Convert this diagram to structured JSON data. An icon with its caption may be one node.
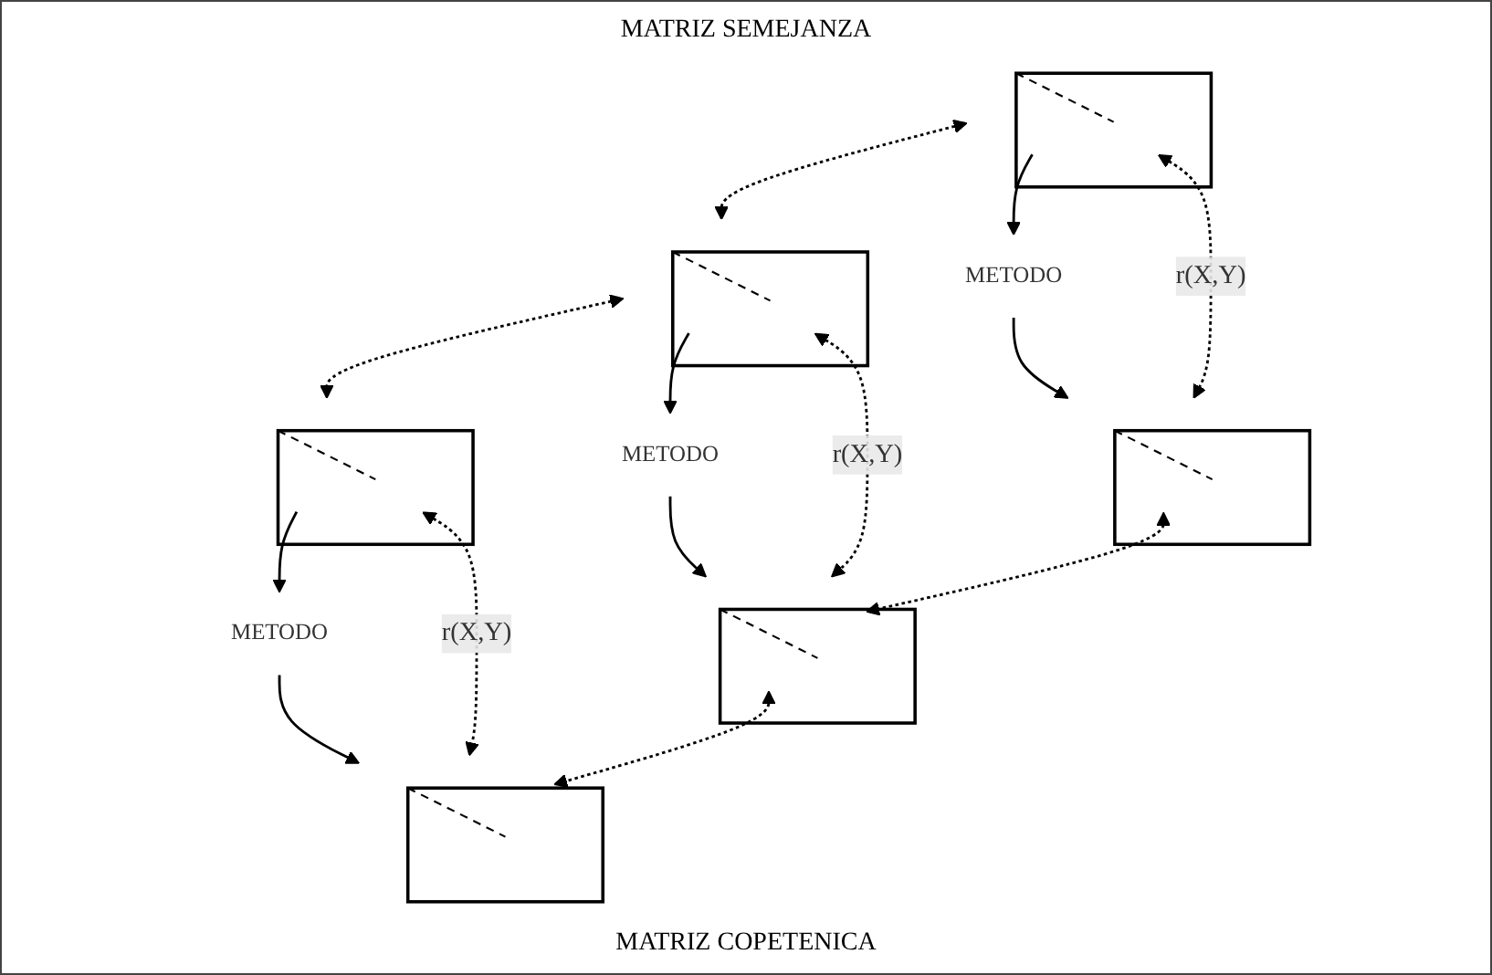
{
  "diagram": {
    "nodes": [
      {
        "text": [],
        "shape": "box"
      },
      {
        "text": [],
        "shape": "box"
      },
      {
        "text": [],
        "shape": "box"
      },
      {
        "text": [
          "METODO"
        ]
      },
      {
        "text": [
          "METODO"
        ]
      },
      {
        "text": [
          "METODO"
        ]
      },
      {
        "text": [],
        "shape": "box"
      },
      {
        "text": [],
        "shape": "box"
      },
      {
        "text": [],
        "shape": "box"
      }
    ],
    "edges": [
      {
        "from": 0,
        "to": 1,
        "arrow": "both",
        "style": "dashed"
      },
      {
        "from": 1,
        "to": 2,
        "arrow": "both",
        "style": "dashed"
      },
      {
        "from": 0,
        "to": 3,
        "arrow": "to"
      },
      {
        "from": 3,
        "to": 6,
        "arrow": "to"
      },
      {
        "from": 1,
        "to": 4,
        "arrow": "to"
      },
      {
        "from": 4,
        "to": 7,
        "arrow": "to"
      },
      {
        "from": 2,
        "to": 5,
        "arrow": "to"
      },
      {
        "from": 5,
        "to": 8,
        "arrow": "to"
      },
      {
        "from": 6,
        "to": 7,
        "arrow": "both",
        "style": "dashed"
      },
      {
        "from": 7,
        "to": 8,
        "arrow": "both",
        "style": "dashed"
      },
      {
        "from": 0,
        "to": 6,
        "arrow": "both",
        "style": "dashed",
        "label": "r(X,Y)"
      },
      {
        "from": 1,
        "to": 7,
        "arrow": "both",
        "style": "dashed",
        "label": "r(X,Y)"
      },
      {
        "from": 2,
        "to": 8,
        "arrow": "both",
        "style": "dashed",
        "label": "r(X,Y)"
      }
    ],
    "labels": [
      "MATRIZ SEMEJANZA",
      "MATRIZ COPETENICA"
    ]
  }
}
